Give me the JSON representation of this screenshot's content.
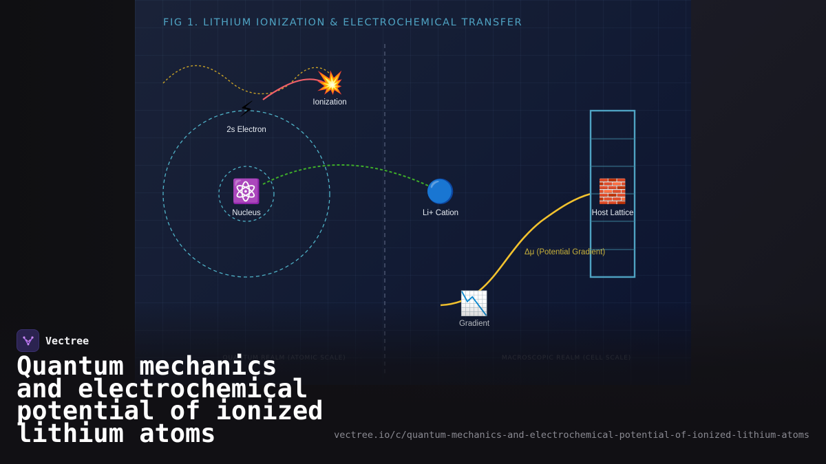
{
  "figure": {
    "title": "FIG 1. LITHIUM IONIZATION & ELECTROCHEMICAL TRANSFER",
    "nodes": {
      "electron": {
        "icon": "⚡",
        "label": "2s Electron"
      },
      "ionization": {
        "icon": "💥",
        "label": "Ionization"
      },
      "nucleus": {
        "icon": "⚛️",
        "label": "Nucleus"
      },
      "cation": {
        "icon": "🔵",
        "label": "Li+ Cation"
      },
      "lattice": {
        "icon": "🧱",
        "label": "Host Lattice"
      },
      "gradient": {
        "icon": "📉",
        "label": "Gradient"
      }
    },
    "gradient_curve_label": "Δμ (Potential Gradient)",
    "realms": {
      "left": "QUANTUM REALM (ATOMIC SCALE)",
      "right": "MACROSCOPIC REALM (CELL SCALE)"
    },
    "colors": {
      "title": "#4fa3c3",
      "orbit": "#4fb3c8",
      "electron_path": "#c9a227",
      "ionization_path": "#f0606a",
      "transfer_path": "#3fae2a",
      "gradient_curve": "#f2c22e",
      "lattice": "#4fa3c3"
    }
  },
  "brand": {
    "name": "Vectree",
    "logo_icon": "vectree-logo-icon"
  },
  "headline": "Quantum mechanics and electrochemical potential of ionized lithium atoms",
  "url": "vectree.io/c/quantum-mechanics-and-electrochemical-potential-of-ionized-lithium-atoms"
}
